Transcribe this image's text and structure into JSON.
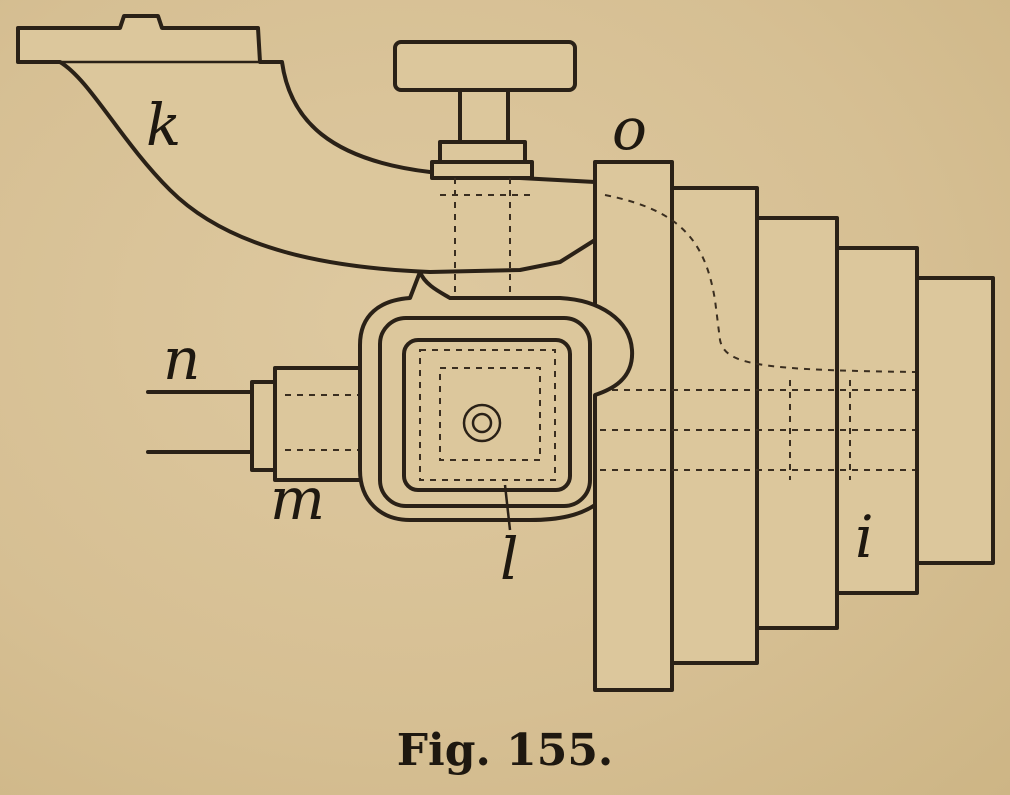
{
  "figure": {
    "labels": {
      "k": "k",
      "o": "o",
      "n": "n",
      "m": "m",
      "l": "l",
      "i": "i"
    },
    "caption": "Fig. 155."
  }
}
